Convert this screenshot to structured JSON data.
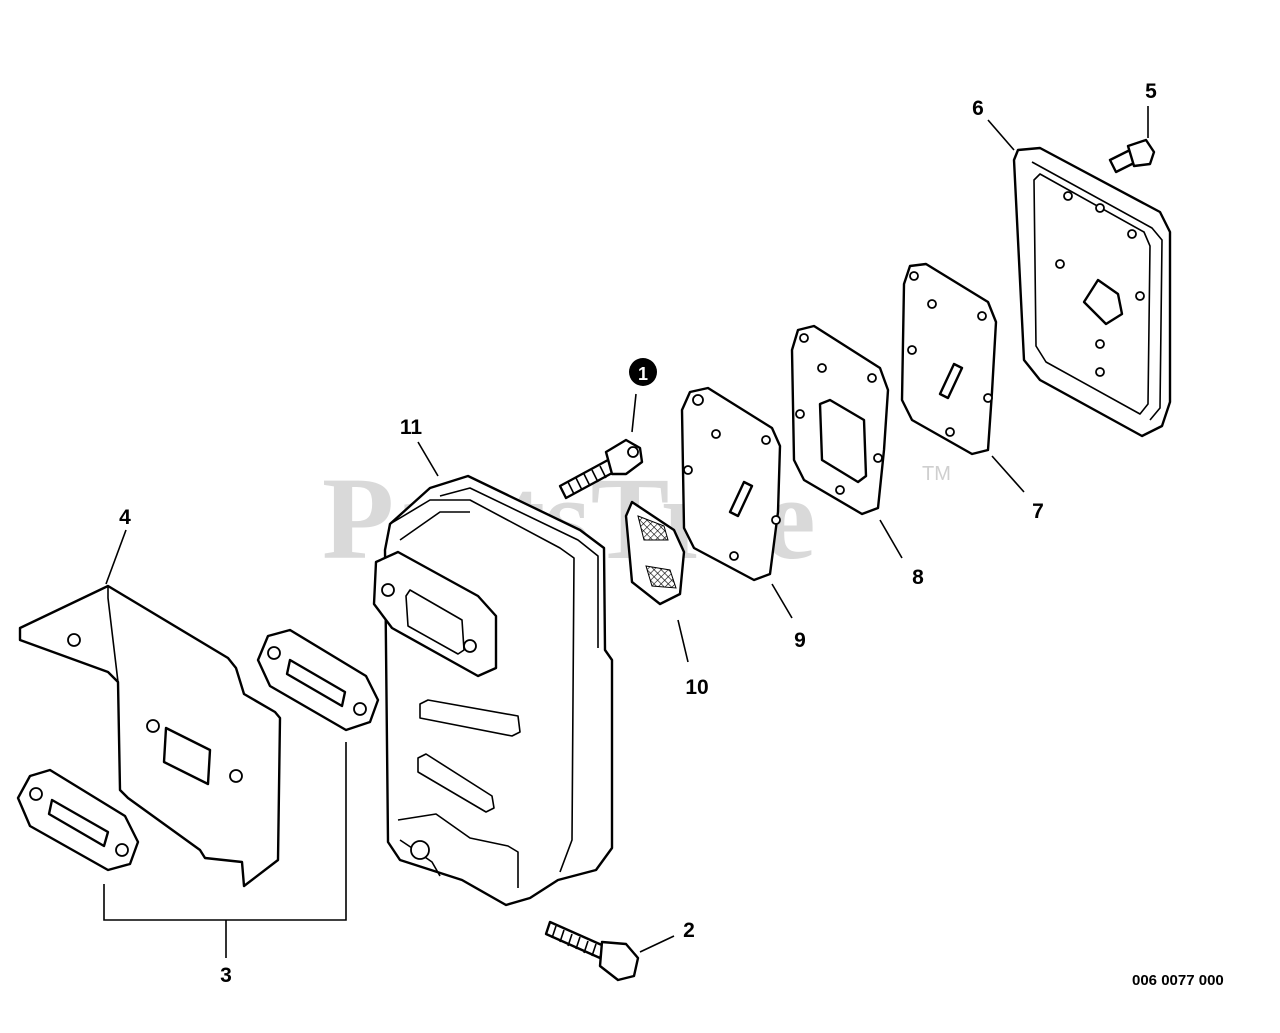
{
  "watermark": {
    "brand": "PartsTree",
    "trademark": "TM"
  },
  "drawing_number": "006 0077 000",
  "callouts": {
    "c1": "1",
    "c2": "2",
    "c3": "3",
    "c4": "4",
    "c5": "5",
    "c6": "6",
    "c7": "7",
    "c8": "8",
    "c9": "9",
    "c10": "10",
    "c11": "11"
  }
}
